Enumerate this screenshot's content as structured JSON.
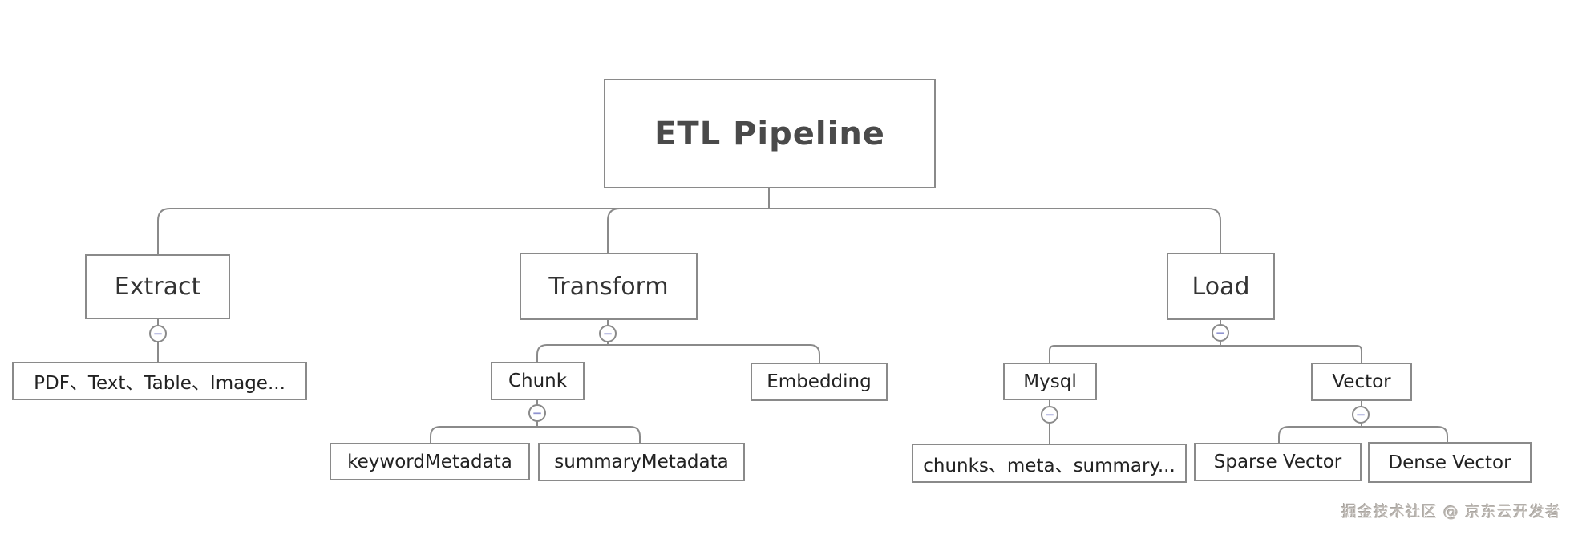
{
  "diagram": {
    "root": {
      "label": "ETL Pipeline"
    },
    "nodes": {
      "extract": {
        "label": "Extract"
      },
      "transform": {
        "label": "Transform"
      },
      "load": {
        "label": "Load"
      },
      "extract_detail": {
        "label": "PDF、Text、Table、Image..."
      },
      "chunk": {
        "label": "Chunk"
      },
      "embedding": {
        "label": "Embedding"
      },
      "keyword_metadata": {
        "label": "keywordMetadata"
      },
      "summary_metadata": {
        "label": "summaryMetadata"
      },
      "mysql": {
        "label": "Mysql"
      },
      "vector": {
        "label": "Vector"
      },
      "mysql_detail": {
        "label": "chunks、meta、summary..."
      },
      "sparse_vector": {
        "label": "Sparse Vector"
      },
      "dense_vector": {
        "label": "Dense Vector"
      }
    },
    "toggles": {
      "collapse_symbol": "−"
    },
    "watermark": {
      "text": "掘金技术社区 @ 京东云开发者"
    },
    "colors": {
      "background": "#ffffff",
      "line": "#8a8a8a",
      "box_border": "#8a8a8a",
      "node_text": "#2e2e2e",
      "title_text": "#4a4a4a",
      "toggle_minus": "#8f93d0",
      "watermark_text": "#bdb8b3"
    }
  }
}
